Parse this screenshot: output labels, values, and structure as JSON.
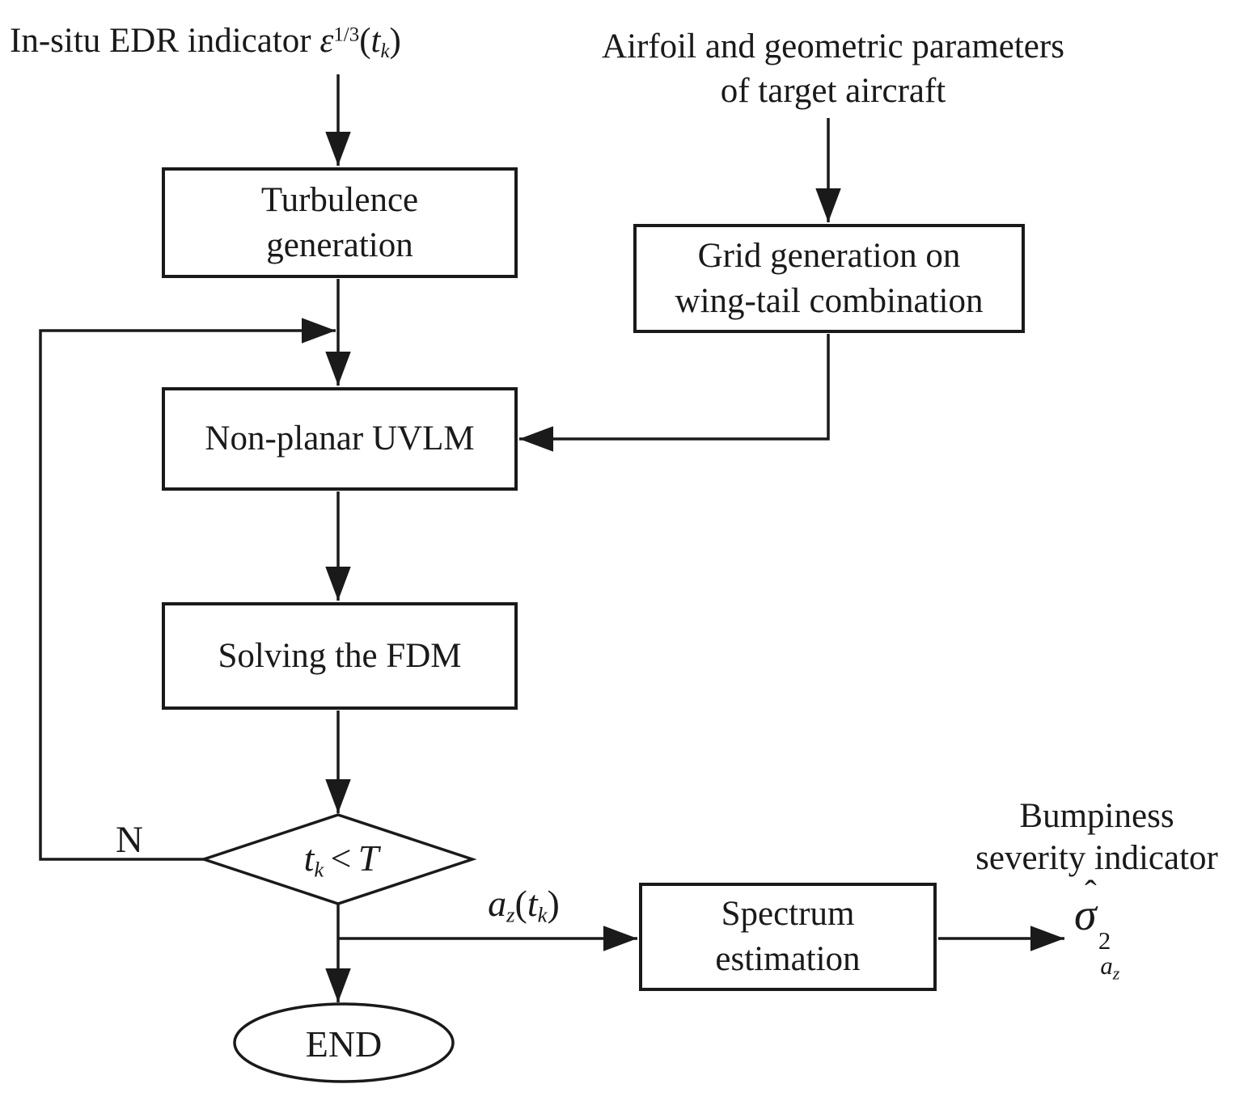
{
  "title_labels": {
    "edr": {
      "prefix": "In-situ EDR indicator ",
      "epsilon": "ε",
      "exponent": "1/3",
      "open_paren": "(",
      "t": "t",
      "t_subscript": "k",
      "close_paren": ")"
    },
    "airfoil": {
      "line1": "Airfoil and geometric parameters",
      "line2": "of target aircraft"
    },
    "bumpiness": {
      "line1": "Bumpiness",
      "line2": "severity indicator"
    }
  },
  "process_boxes": {
    "turbulence": {
      "line1": "Turbulence",
      "line2": "generation"
    },
    "grid": {
      "line1": "Grid generation on",
      "line2": "wing-tail combination"
    },
    "uvlm": {
      "label": "Non-planar UVLM"
    },
    "fdm": {
      "label": "Solving the FDM"
    },
    "spectrum": {
      "line1": "Spectrum",
      "line2": "estimation"
    }
  },
  "decision": {
    "t": "t",
    "t_subscript": "k",
    "operator": "<",
    "limit": "T"
  },
  "branch_labels": {
    "no": "N",
    "az": {
      "a": "a",
      "a_subscript": "z",
      "open_paren": "(",
      "t": "t",
      "t_subscript": "k",
      "close_paren": ")"
    }
  },
  "output_symbol": {
    "sigma": "σ",
    "hat": "ˆ",
    "exponent": "2",
    "sub_base": "a",
    "sub_sub": "z"
  },
  "terminator": {
    "label": "END"
  },
  "colors": {
    "ink": "#1a1a1a",
    "background": "#ffffff"
  }
}
